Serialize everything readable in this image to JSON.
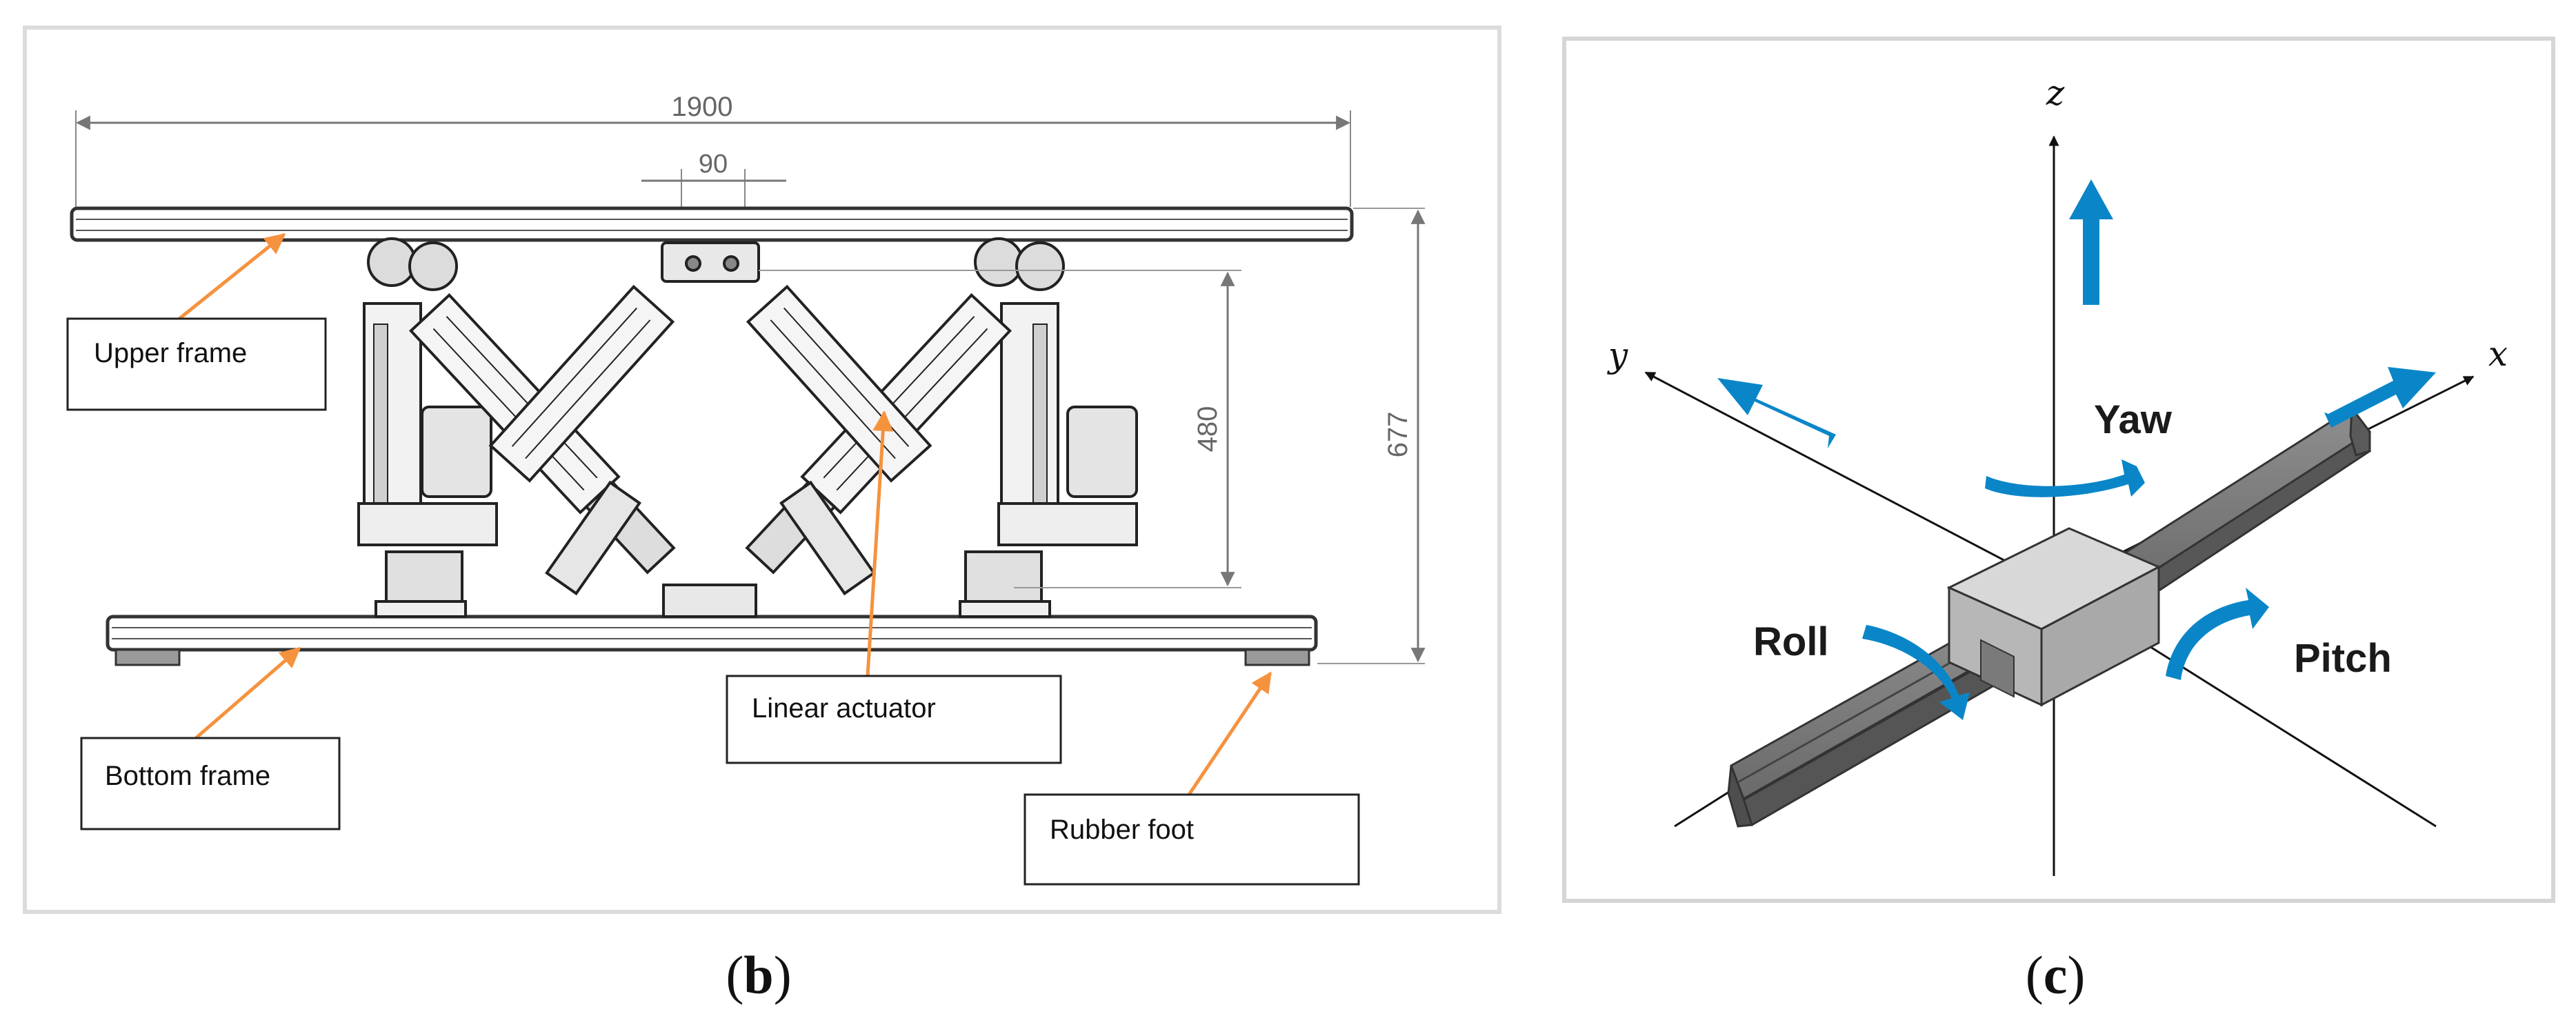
{
  "panel_b": {
    "dimensions": {
      "width": "1900",
      "spacing": "90",
      "actuator_height": "480",
      "total_height": "677"
    },
    "labels": {
      "upper_frame": "Upper frame",
      "bottom_frame": "Bottom frame",
      "linear_actuator": "Linear actuator",
      "rubber_foot": "Rubber foot"
    },
    "caption": {
      "open": "(",
      "letter": "b",
      "close": ")"
    }
  },
  "panel_c": {
    "axes": {
      "x": "x",
      "y": "y",
      "z": "z"
    },
    "motions": {
      "yaw": "Yaw",
      "roll": "Roll",
      "pitch": "Pitch"
    },
    "caption": {
      "open": "(",
      "letter": "c",
      "close": ")"
    }
  },
  "colors": {
    "arrow_blue": "#0a86c8",
    "leader_orange": "#f5923e",
    "rail_dark": "#7d7d7d",
    "block_gray": "#c9c9c9"
  }
}
